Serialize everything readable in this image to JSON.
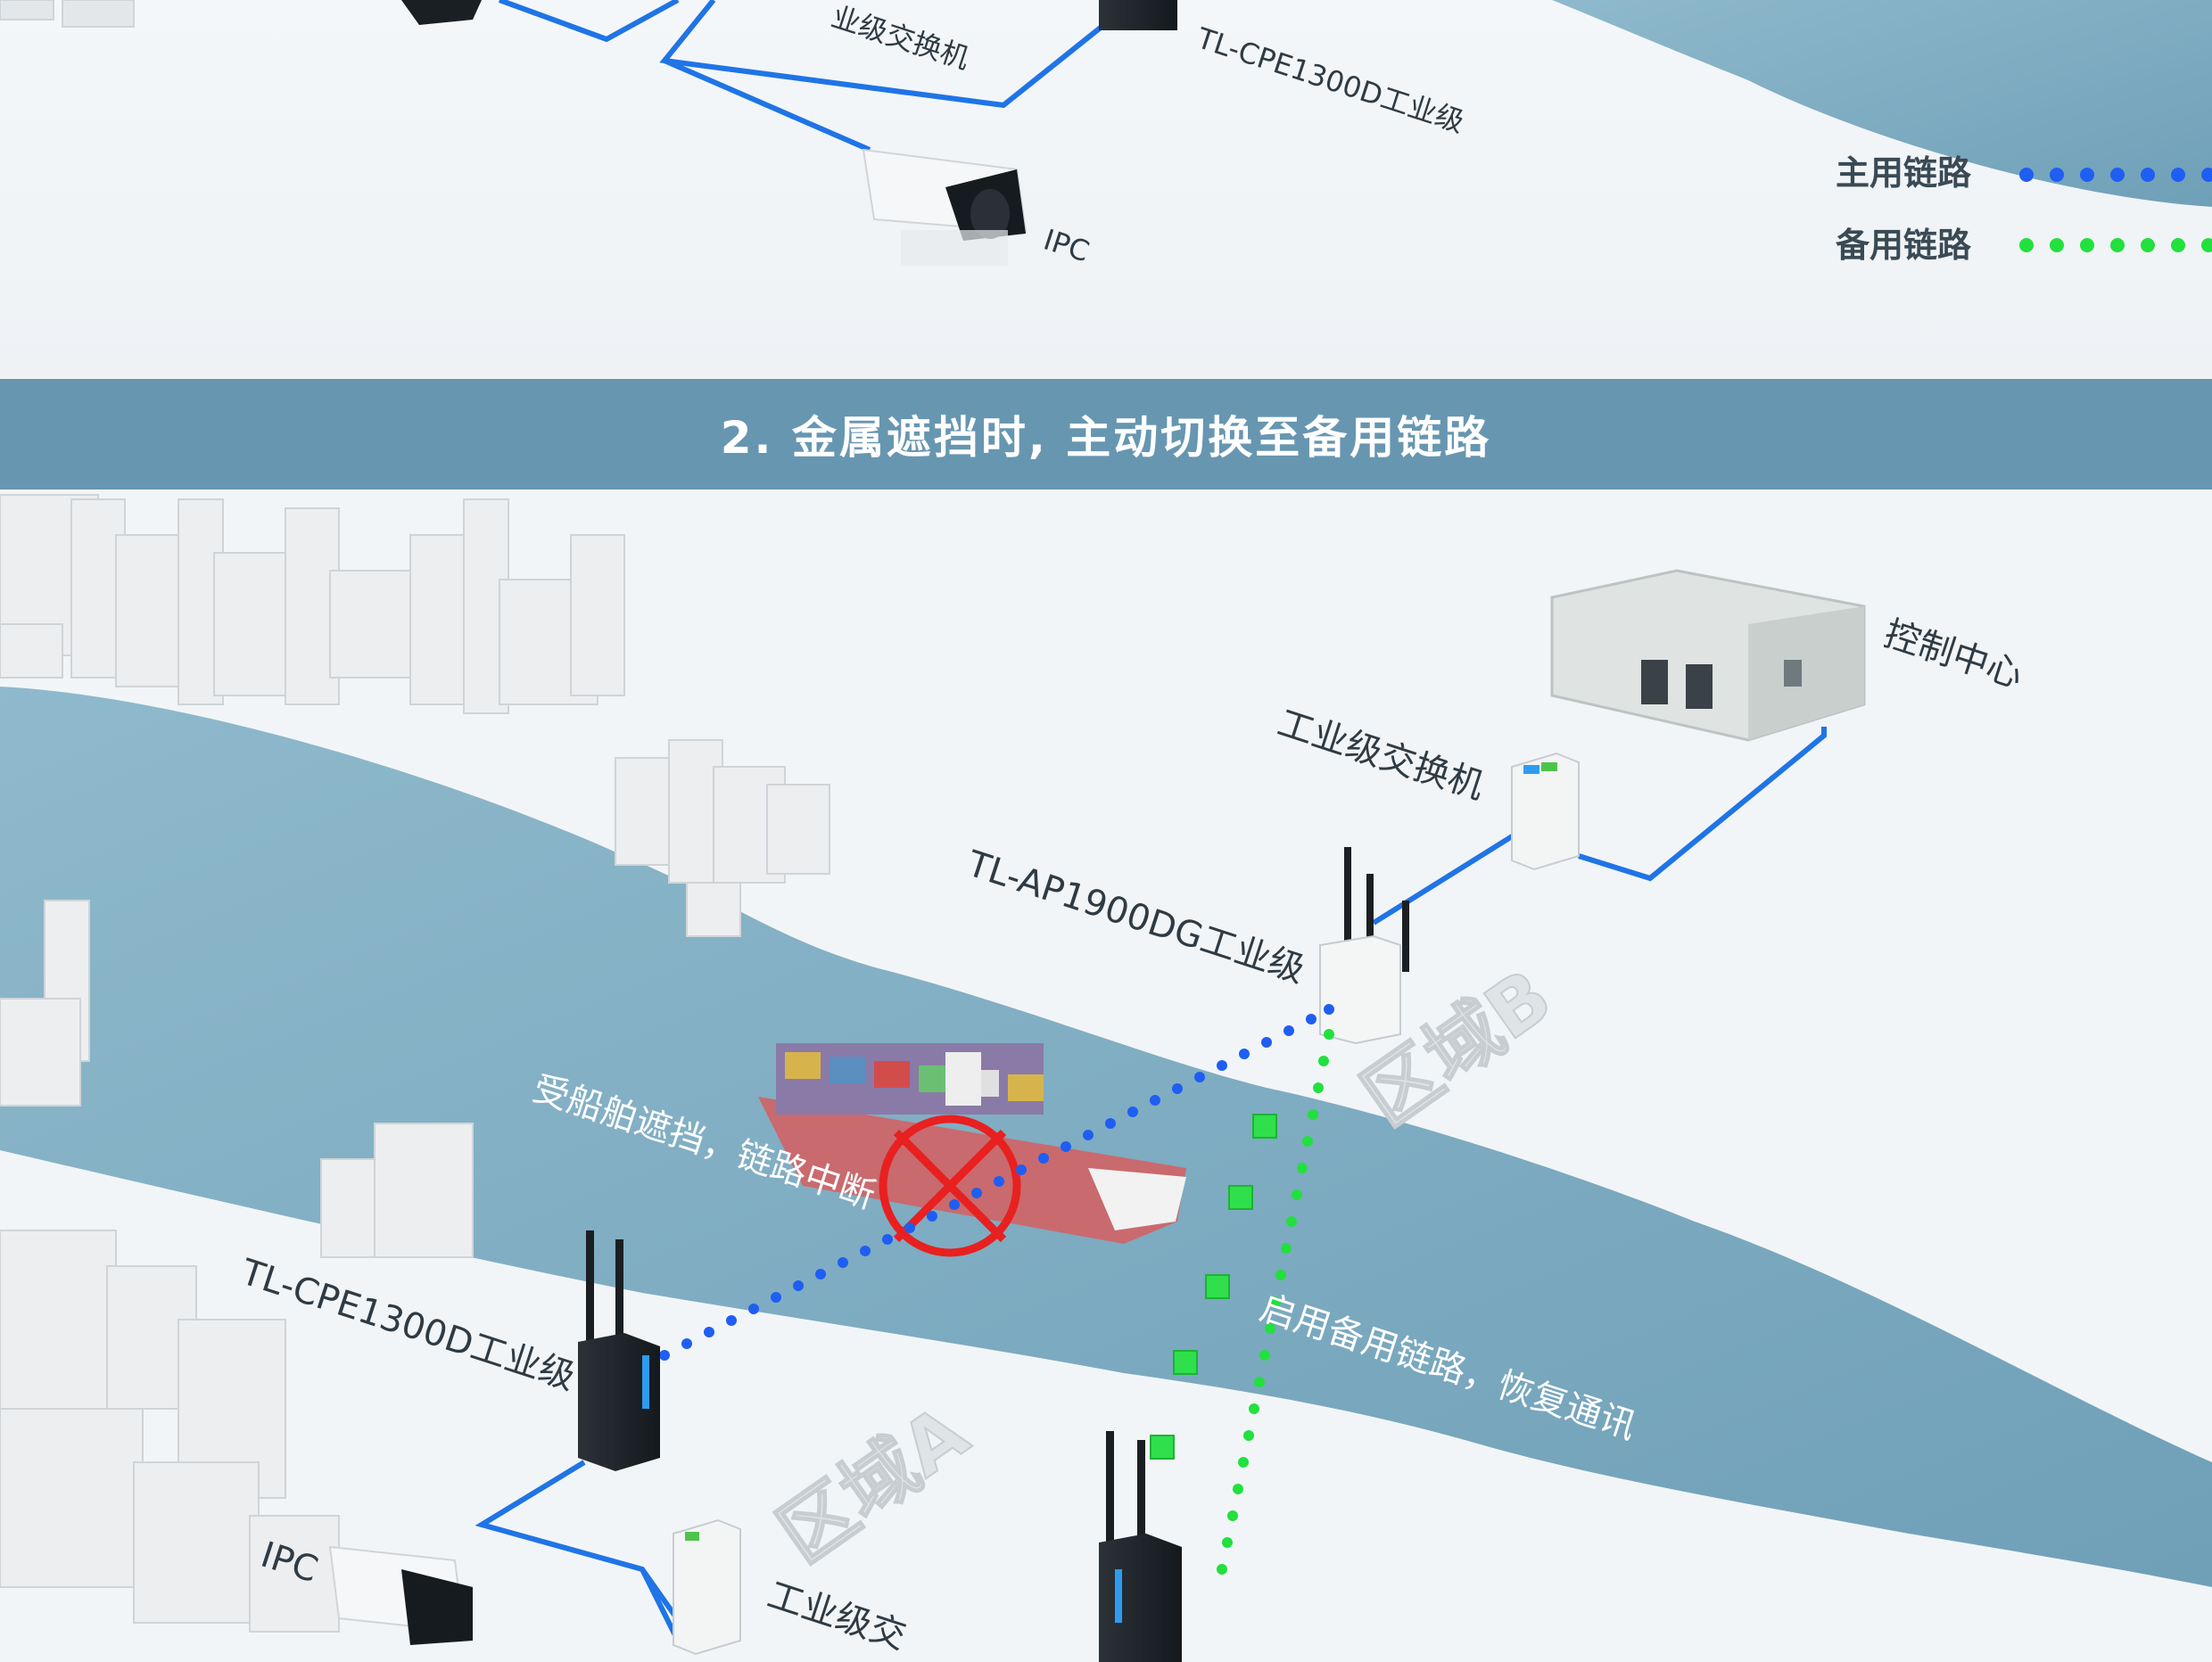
{
  "top_section": {
    "labels": {
      "switch_partial": "业级交换机",
      "cpe": "TL-CPE1300D工业级",
      "ipc": "IPC"
    },
    "legend": {
      "primary": "主用链路",
      "backup": "备用链路",
      "primary_color": "#1f5ef2",
      "backup_color": "#22e03e"
    }
  },
  "banner": {
    "title": "2. 金属遮挡时, 主动切换至备用链路"
  },
  "bottom_section": {
    "labels": {
      "control_center": "控制中心",
      "switch_b": "工业级交换机",
      "ap": "TL-AP1900DG工业级",
      "zone_b": "区域B",
      "blocked": "受船舶遮挡，链路中断",
      "cpe_a": "TL-CPE1300D工业级",
      "restore": "启用备用链路，恢复通讯",
      "zone_a": "区域A",
      "ipc_a": "IPC",
      "switch_a_partial": "工业级交"
    }
  },
  "colors": {
    "water": "#88b4c8",
    "cable": "#1f74e6",
    "block": "#e82020",
    "banner": "#6796b1"
  }
}
